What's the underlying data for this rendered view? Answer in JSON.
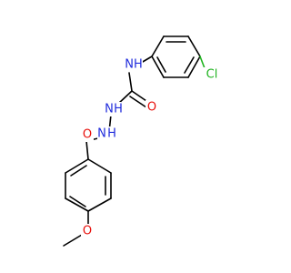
{
  "molecule": {
    "atoms": {
      "nh_top": {
        "text": "NH",
        "color": "#1f2bdc"
      },
      "n_mid": {
        "text": "N",
        "color": "#1f2bdc"
      },
      "h_mid": {
        "text": "H",
        "color": "#1f2bdc"
      },
      "n_low": {
        "text": "N",
        "color": "#1f2bdc"
      },
      "h_low": {
        "text": "H",
        "color": "#1f2bdc"
      },
      "o_urea": {
        "text": "O",
        "color": "#e8100c"
      },
      "o_amide": {
        "text": "O",
        "color": "#e8100c"
      },
      "o_ether": {
        "text": "O",
        "color": "#e8100c"
      },
      "cl": {
        "text": "Cl",
        "color": "#1fb31f"
      }
    }
  }
}
